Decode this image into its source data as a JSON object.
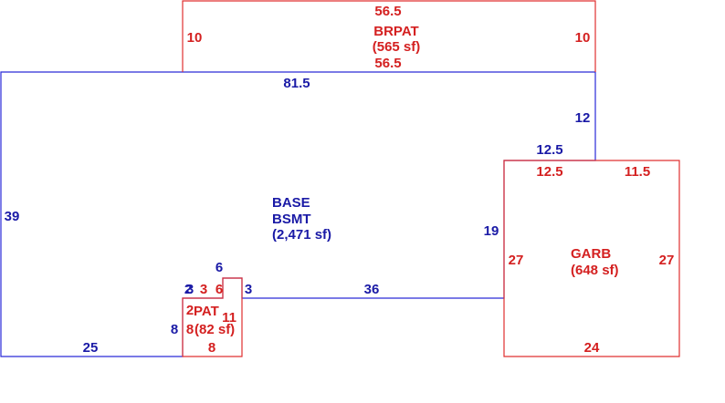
{
  "colors": {
    "base": "#1a1aa6",
    "addition": "#d42020"
  },
  "areas": {
    "base": {
      "code": "BASE",
      "sub": "BSMT",
      "area": "(2,471 sf)"
    },
    "brpat": {
      "code": "BRPAT",
      "area": "(565 sf)"
    },
    "garb": {
      "code": "GARB",
      "area": "(648 sf)"
    },
    "pat": {
      "code": "PAT",
      "area": "(82 sf)"
    }
  },
  "dimensions": {
    "base_top": "81.5",
    "base_left": "39",
    "base_bottom": "25",
    "base_right_upper": "12",
    "base_step_top": "12.5",
    "base_step_left": "19",
    "base_notch_bottom": "36",
    "base_notch_top": "6",
    "base_notch_right": "3",
    "base_notch_left": "3",
    "base_notch_small": "2",
    "base_lower_left": "8",
    "brpat_top": "56.5",
    "brpat_bottom": "56.5",
    "brpat_left": "10",
    "brpat_right": "10",
    "garb_top_left": "12.5",
    "garb_top_right": "11.5",
    "garb_left": "27",
    "garb_right": "27",
    "garb_bottom": "24",
    "pat_top": "6",
    "pat_left_upper": "3",
    "pat_left_small": "2",
    "pat_left_lower": "8",
    "pat_right": "11",
    "pat_bottom": "8"
  }
}
